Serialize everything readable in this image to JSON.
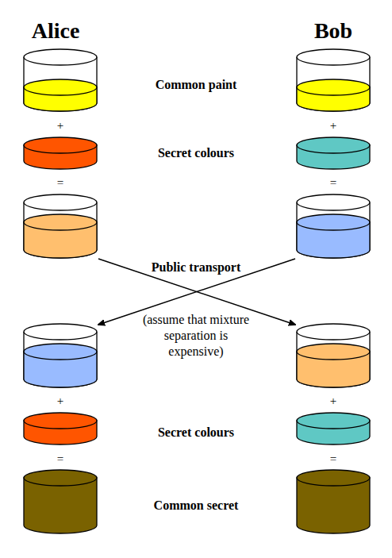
{
  "diagram": {
    "labels": [
      "Alice",
      "Bob",
      "Common paint",
      "+",
      "+",
      "Secret colours",
      "=",
      "=",
      "Public transport",
      "(assume that mixture separation is expensive)",
      "+",
      "+",
      "Secret colours",
      "=",
      "=",
      "Common secret"
    ]
  }
}
